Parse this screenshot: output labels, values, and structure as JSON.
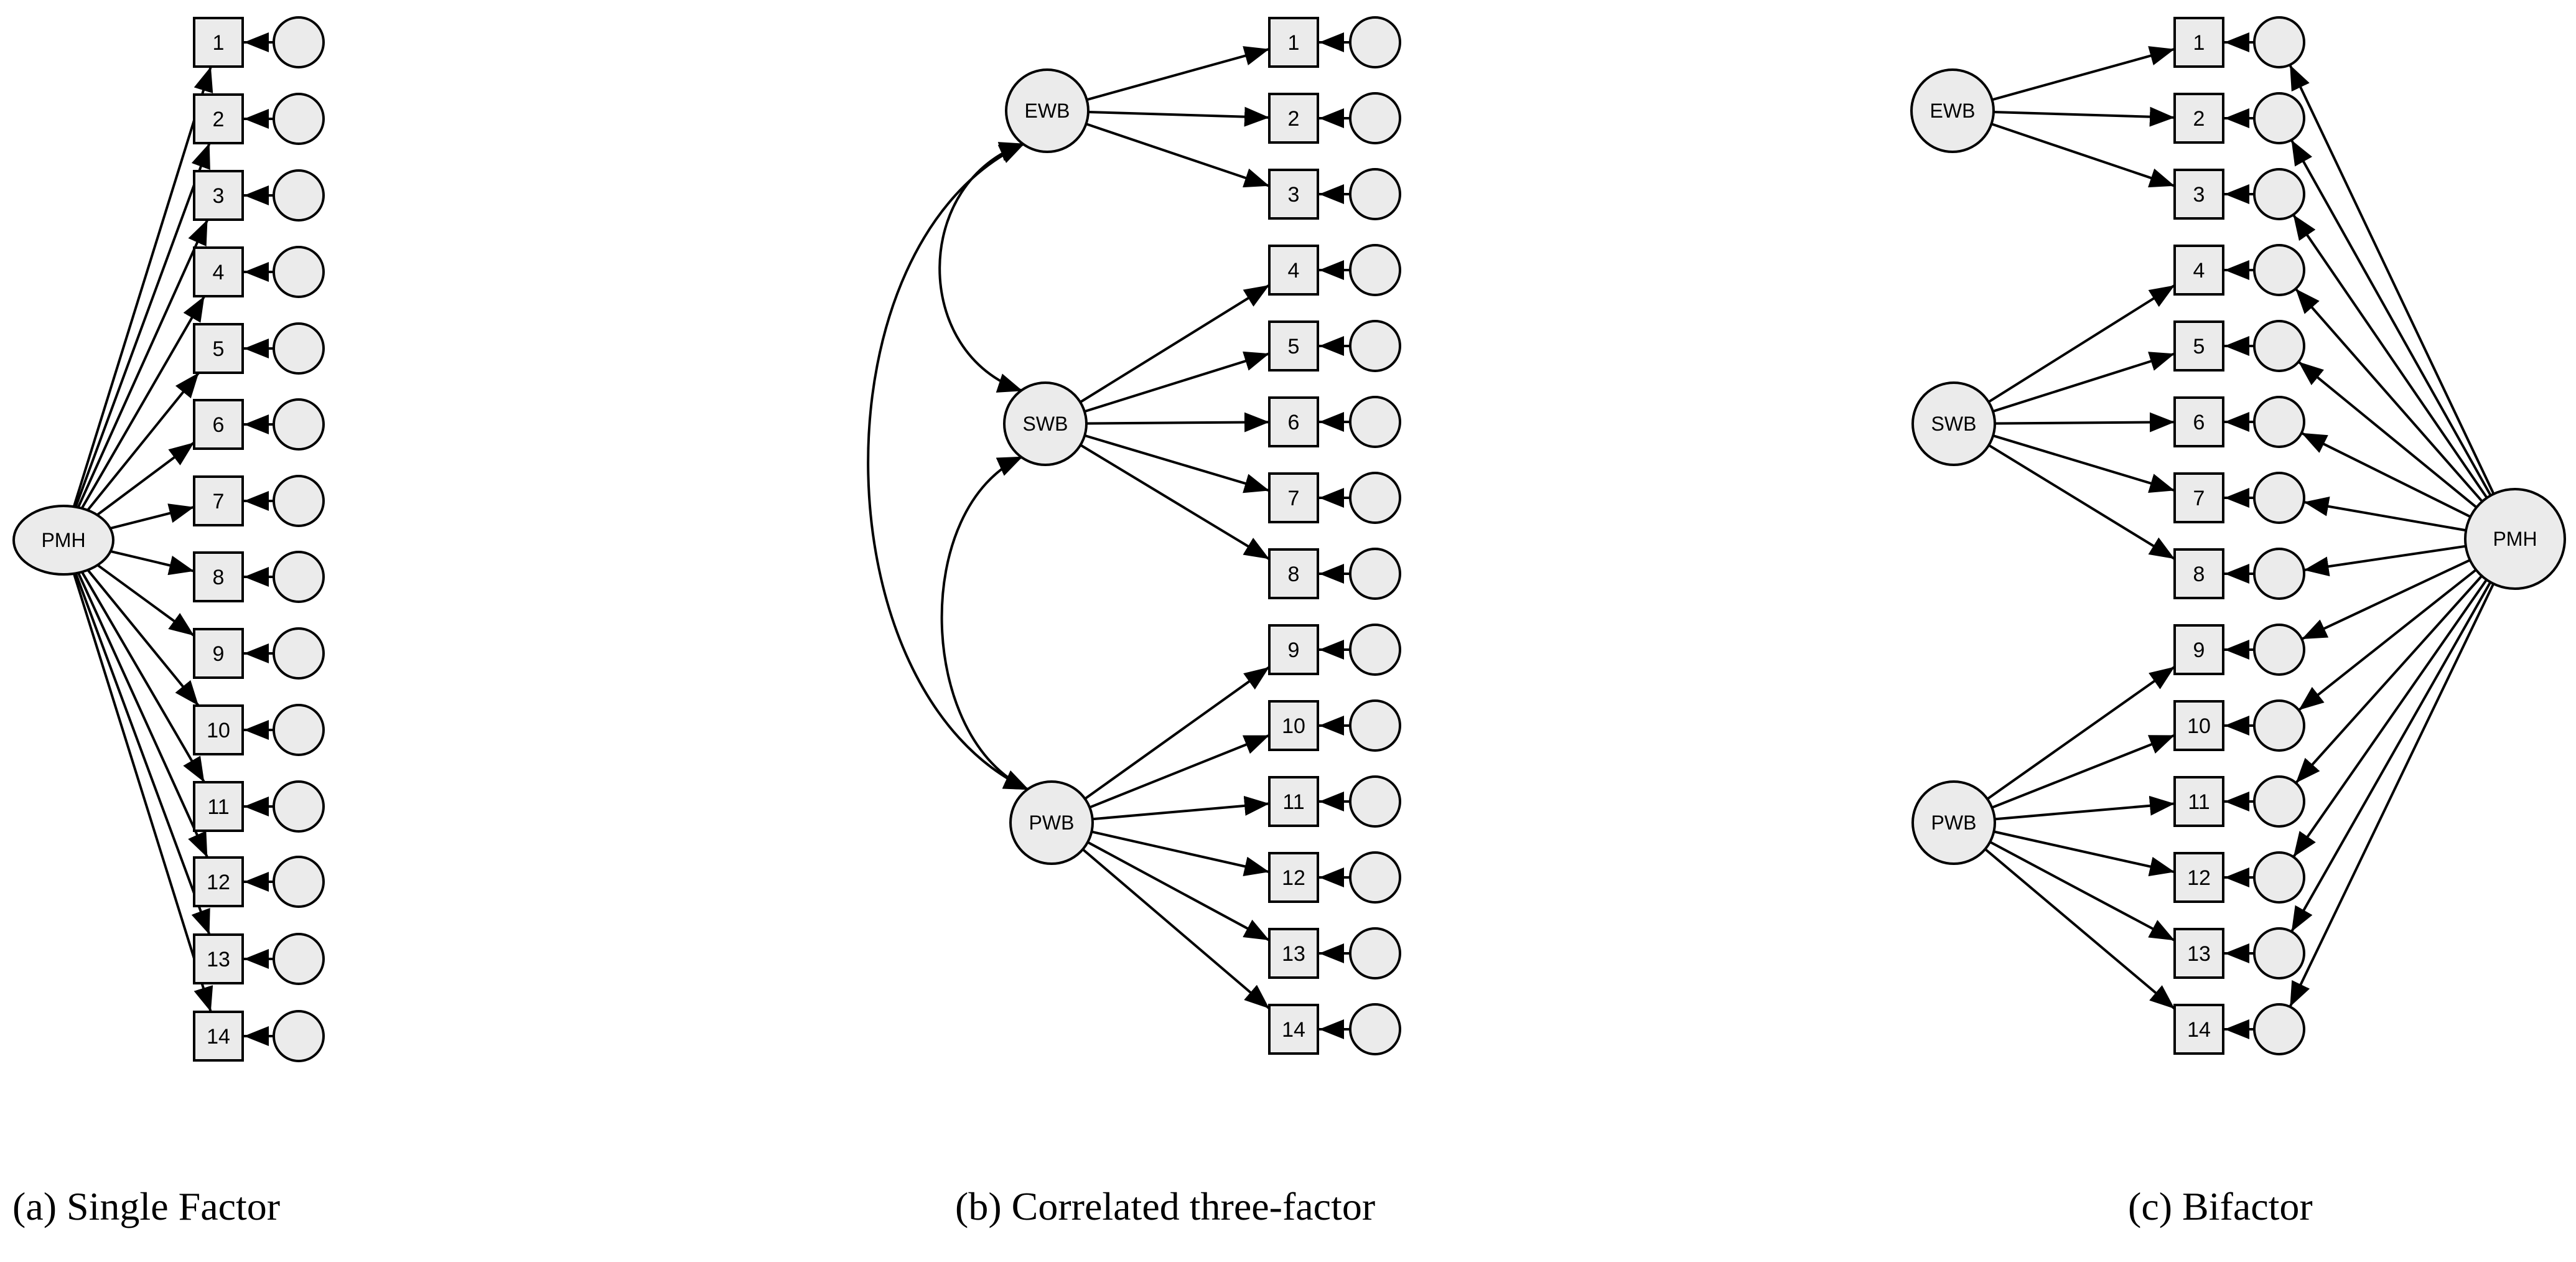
{
  "panels": [
    {
      "id": "a",
      "caption": "(a) Single Factor",
      "factors": [
        "PMH"
      ],
      "items": [
        "1",
        "2",
        "3",
        "4",
        "5",
        "6",
        "7",
        "8",
        "9",
        "10",
        "11",
        "12",
        "13",
        "14"
      ],
      "loadings": {
        "PMH": [
          "1",
          "2",
          "3",
          "4",
          "5",
          "6",
          "7",
          "8",
          "9",
          "10",
          "11",
          "12",
          "13",
          "14"
        ]
      },
      "covariances": []
    },
    {
      "id": "b",
      "caption": "(b) Correlated three-factor",
      "factors": [
        "EWB",
        "SWB",
        "PWB"
      ],
      "items": [
        "1",
        "2",
        "3",
        "4",
        "5",
        "6",
        "7",
        "8",
        "9",
        "10",
        "11",
        "12",
        "13",
        "14"
      ],
      "loadings": {
        "EWB": [
          "1",
          "2",
          "3"
        ],
        "SWB": [
          "4",
          "5",
          "6",
          "7",
          "8"
        ],
        "PWB": [
          "9",
          "10",
          "11",
          "12",
          "13",
          "14"
        ]
      },
      "covariances": [
        [
          "EWB",
          "SWB"
        ],
        [
          "SWB",
          "PWB"
        ],
        [
          "EWB",
          "PWB"
        ]
      ]
    },
    {
      "id": "c",
      "caption": "(c) Bifactor",
      "factors": [
        "EWB",
        "SWB",
        "PWB",
        "PMH"
      ],
      "items": [
        "1",
        "2",
        "3",
        "4",
        "5",
        "6",
        "7",
        "8",
        "9",
        "10",
        "11",
        "12",
        "13",
        "14"
      ],
      "loadings": {
        "EWB": [
          "1",
          "2",
          "3"
        ],
        "SWB": [
          "4",
          "5",
          "6",
          "7",
          "8"
        ],
        "PWB": [
          "9",
          "10",
          "11",
          "12",
          "13",
          "14"
        ],
        "PMH": [
          "1",
          "2",
          "3",
          "4",
          "5",
          "6",
          "7",
          "8",
          "9",
          "10",
          "11",
          "12",
          "13",
          "14"
        ]
      },
      "covariances": []
    }
  ]
}
